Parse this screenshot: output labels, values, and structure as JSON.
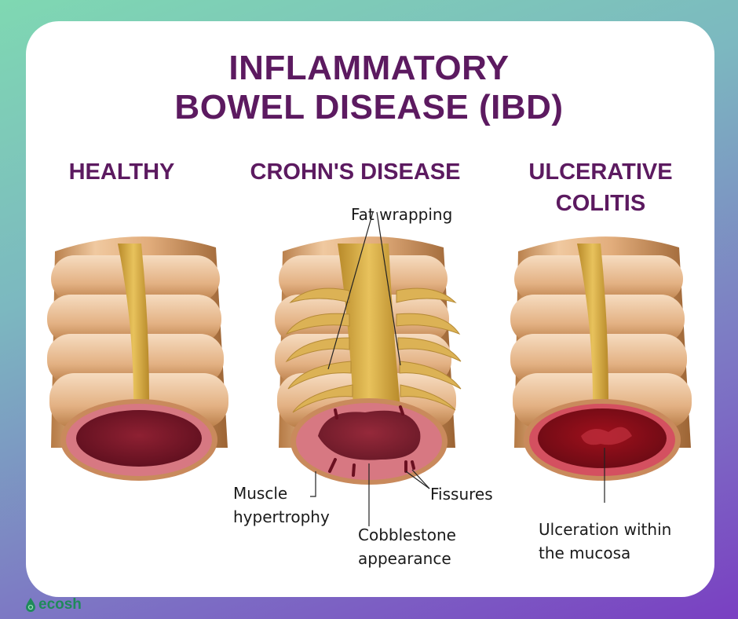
{
  "title": {
    "line1": "INFLAMMATORY",
    "line2": "BOWEL DISEASE (IBD)"
  },
  "panels": {
    "healthy": {
      "heading": "HEALTHY"
    },
    "crohns": {
      "heading": "CROHN'S DISEASE",
      "labels": {
        "fat_wrapping": "Fat wrapping",
        "muscle_1": "Muscle",
        "muscle_2": "hypertrophy",
        "fissures": "Fissures",
        "cobble_1": "Cobblestone",
        "cobble_2": "appearance"
      }
    },
    "uc": {
      "heading_1": "ULCERATIVE",
      "heading_2": "COLITIS",
      "labels": {
        "ulcer_1": "Ulceration within",
        "ulcer_2": "the mucosa"
      }
    }
  },
  "logo": {
    "text": "ecosh"
  },
  "colors": {
    "title": "#5c1a60",
    "tissue": "#d9a574",
    "band": "#d8b045",
    "lumen": "#7a1628",
    "logo": "#1f8a5a"
  }
}
